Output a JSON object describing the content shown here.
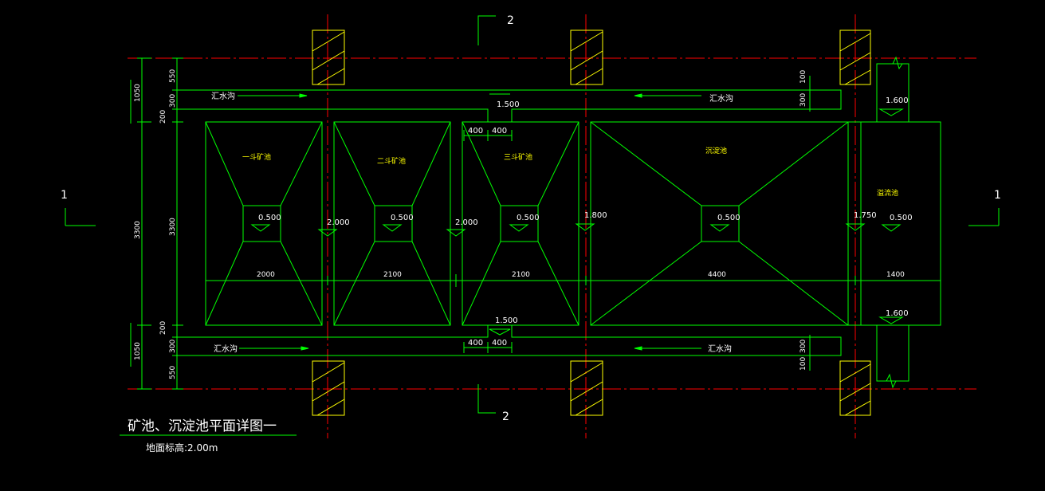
{
  "title": "矿池、沉淀池平面详图一",
  "subtitle": "地面标高:2.00m",
  "colors": {
    "background": "#000000",
    "linework": "#00ff00",
    "axis": "#ff0000",
    "column": "#ffff00",
    "text": "#ffffff",
    "label": "#ffff00"
  },
  "section_marks": {
    "top": "2",
    "bottom": "2",
    "left": "1",
    "right": "1"
  },
  "pool_labels": {
    "pool1": "一斗矿池",
    "pool2": "二斗矿池",
    "pool3": "三斗矿池",
    "sediment": "沉淀池",
    "clear": "溢流池"
  },
  "channel_labels": {
    "top_left": "汇水沟",
    "top_right": "汇水沟",
    "bottom_left": "汇水沟",
    "bottom_right": "汇水沟"
  },
  "elevations": {
    "top_step": "1.500",
    "bottom_step": "1.500",
    "right_top": "1.600",
    "right_bottom": "1.600",
    "sump1": "0.500",
    "sump2": "0.500",
    "sump3": "0.500",
    "sump4": "0.500",
    "sump5": "0.500",
    "wall1": "2.000",
    "wall2": "2.000",
    "wall3": "1.800",
    "wall4": "1.750"
  },
  "dimensions": {
    "left_outer_total": "3300",
    "left_outer_top": "1050",
    "left_outer_bottom": "1050",
    "left_inner_total": "3300",
    "left_inner_top_a": "550",
    "left_inner_top_b": "300",
    "left_inner_top_c": "200",
    "left_inner_bot_a": "200",
    "left_inner_bot_b": "300",
    "left_inner_bot_c": "550",
    "width1": "2000",
    "width2": "2100",
    "width3": "2100",
    "width4": "4400",
    "width5": "1400",
    "top_gap1": "400",
    "top_gap2": "400",
    "bot_gap1": "400",
    "bot_gap2": "400",
    "right_top_a": "100",
    "right_top_b": "300",
    "right_bot_a": "300",
    "right_bot_b": "100"
  }
}
